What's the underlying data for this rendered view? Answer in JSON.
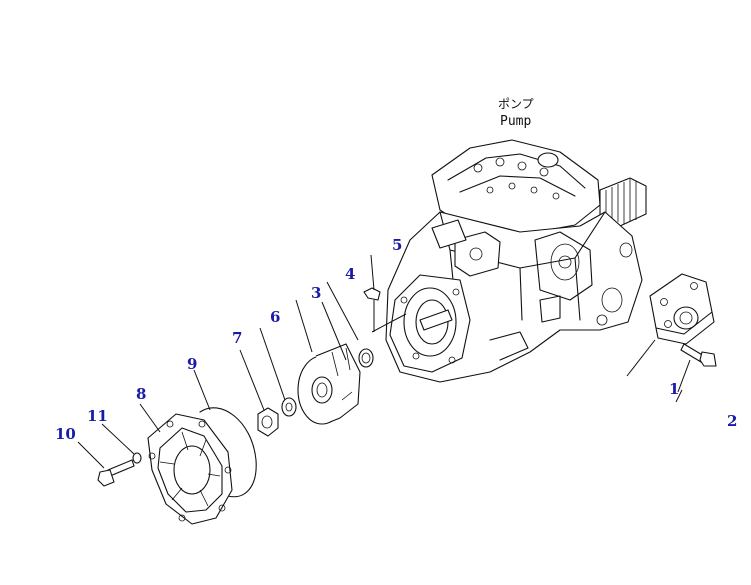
{
  "pump_label": {
    "jp": "ポンプ",
    "en": "Pump"
  },
  "callouts": [
    {
      "id": "1",
      "text": "1"
    },
    {
      "id": "2",
      "text": "2"
    },
    {
      "id": "3",
      "text": "3"
    },
    {
      "id": "4",
      "text": "4"
    },
    {
      "id": "5",
      "text": "5"
    },
    {
      "id": "6",
      "text": "6"
    },
    {
      "id": "7",
      "text": "7"
    },
    {
      "id": "8",
      "text": "8"
    },
    {
      "id": "9",
      "text": "9"
    },
    {
      "id": "10",
      "text": "10"
    },
    {
      "id": "11",
      "text": "11"
    }
  ],
  "colors": {
    "callout": "#1a1aa8",
    "line": "#111111"
  }
}
